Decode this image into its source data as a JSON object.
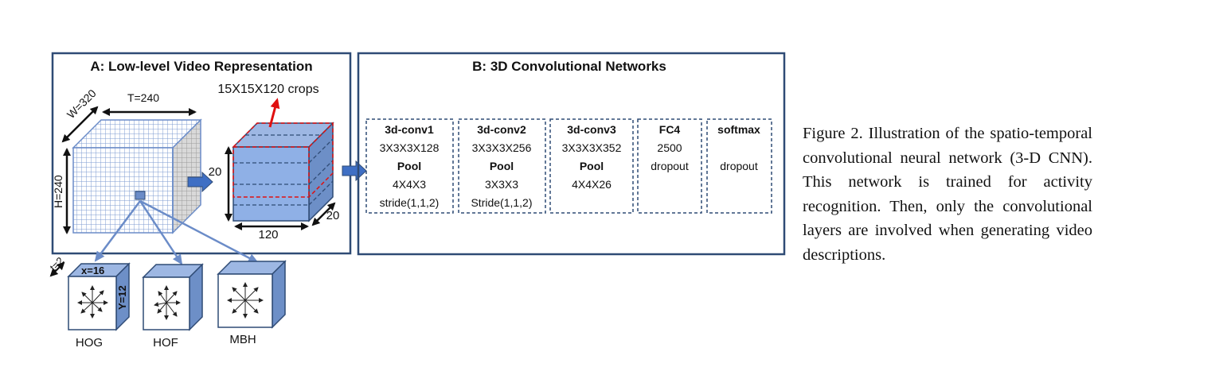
{
  "panel_a": {
    "title": "A: Low-level Video Representation",
    "crops_label": "15X15X120 crops",
    "t_label": "T=240",
    "w_label": "W=320",
    "h_label": "H=240",
    "cube_20_left": "20",
    "cube_20_right": "20",
    "cube_120": "120",
    "t2_label": "t=2",
    "x16_label": "x=16",
    "y12_label": "Y=12",
    "descriptors": [
      "HOG",
      "HOF",
      "MBH"
    ]
  },
  "panel_b": {
    "title": "B: 3D Convolutional Networks",
    "layers": [
      {
        "name": "3d-conv1",
        "lines": [
          "3X3X3X128",
          "Pool",
          "4X4X3",
          "stride(1,1,2)"
        ]
      },
      {
        "name": "3d-conv2",
        "lines": [
          "3X3X3X256",
          "Pool",
          "3X3X3",
          "Stride(1,1,2)"
        ]
      },
      {
        "name": "3d-conv3",
        "lines": [
          "3X3X3X352",
          "Pool",
          "4X4X26",
          ""
        ]
      },
      {
        "name": "FC4",
        "lines": [
          "2500",
          "dropout",
          "",
          ""
        ]
      },
      {
        "name": "softmax",
        "lines": [
          "",
          "dropout",
          "",
          ""
        ]
      }
    ]
  },
  "caption": "Figure 2. Illustration of the spatio-temporal convolutional neural network (3-D CNN). This network is trained for activity recognition. Then, only the convolutional layers are involved when generating video descriptions.",
  "colors": {
    "frame": "#2f4b75",
    "cube_face": "#9db7e3",
    "cube_side": "#6d8fc7",
    "crop_red": "#e01010",
    "arrow": "#3f6fc4"
  }
}
